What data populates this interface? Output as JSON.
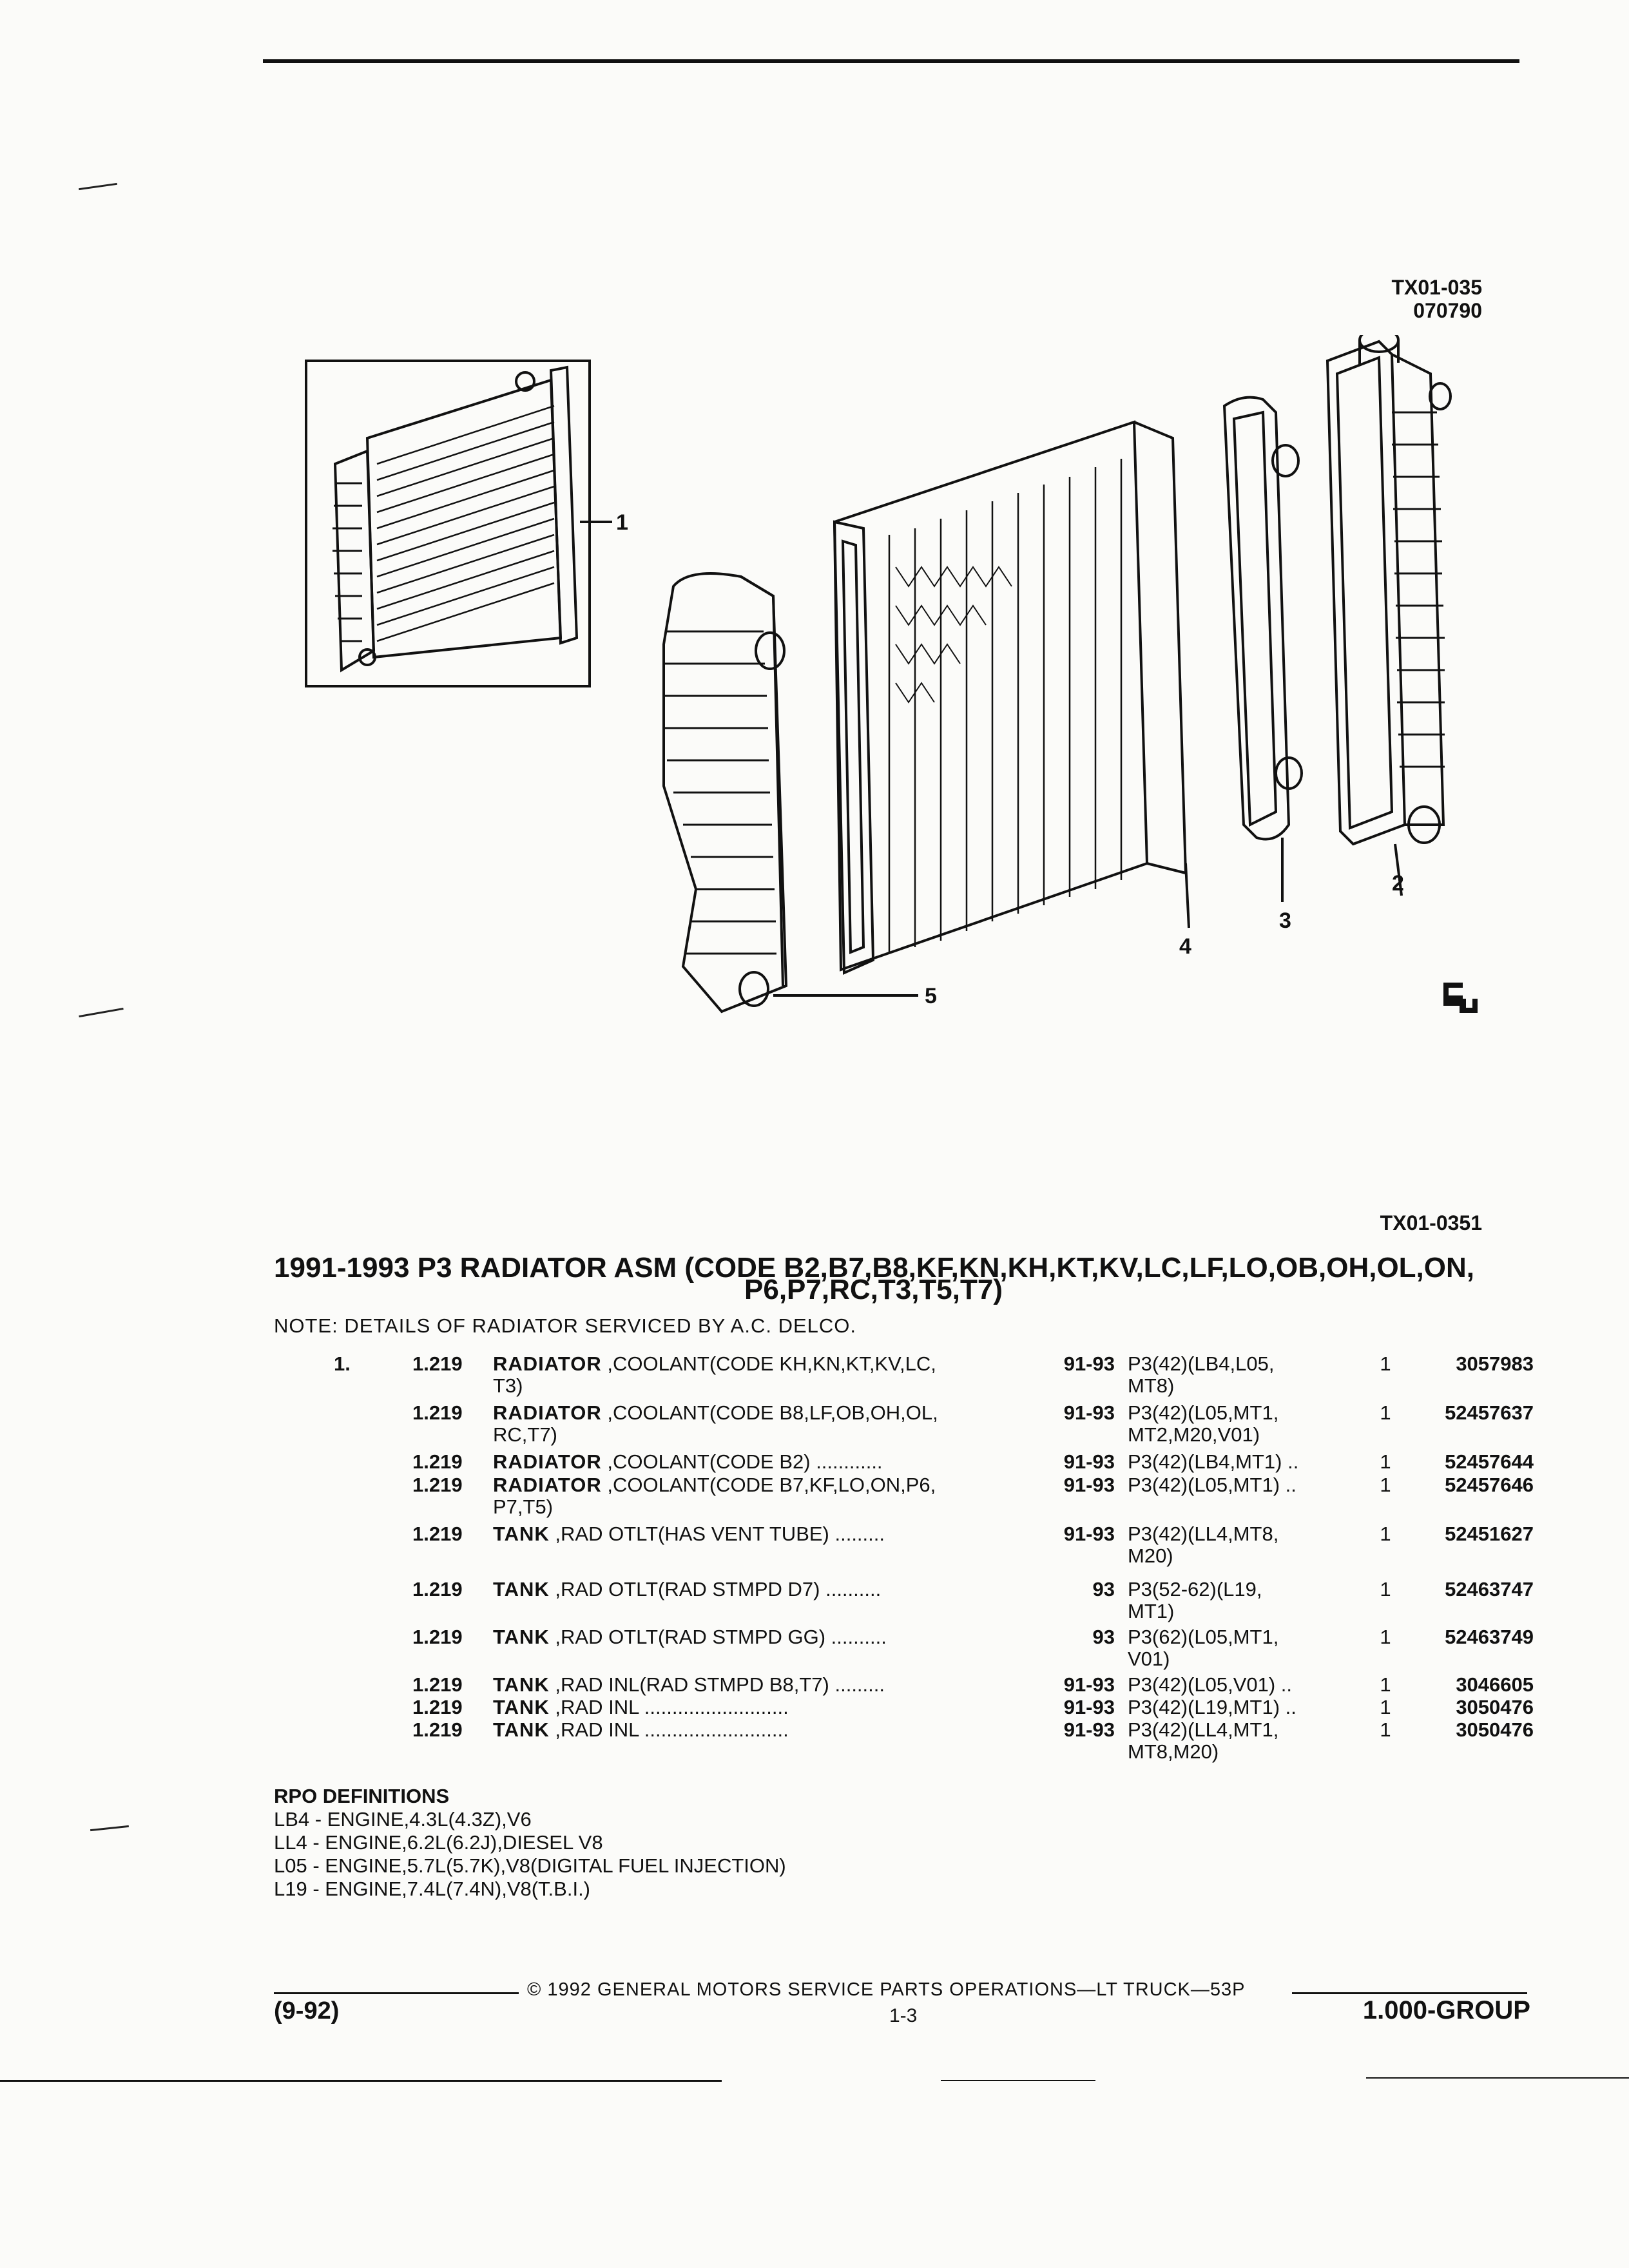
{
  "figure": {
    "code_top_1": "TX01-035",
    "code_top_2": "070790",
    "code_bottom": "TX01-0351",
    "callouts": [
      "1",
      "2",
      "3",
      "4",
      "5"
    ]
  },
  "heading": {
    "title_line1": "1991-1993 P3 RADIATOR ASM (CODE B2,B7,B8,KF,KN,KH,KT,KV,LC,LF,LO,OB,OH,OL,ON,",
    "title_line2": "P6,P7,RC,T3,T5,T7)",
    "note": "NOTE: DETAILS OF RADIATOR SERVICED BY A.C. DELCO."
  },
  "parts": [
    {
      "item": "1.",
      "ref": "1.219",
      "name": "RADIATOR",
      "desc": ",COOLANT(CODE KH,KN,KT,KV,LC,",
      "desc2": "T3)",
      "years": "91-93",
      "usage": "P3(42)(LB4,L05,",
      "usage2": "MT8)",
      "qty": "1",
      "part": "3057983"
    },
    {
      "item": "",
      "ref": "1.219",
      "name": "RADIATOR",
      "desc": ",COOLANT(CODE B8,LF,OB,OH,OL,",
      "desc2": "RC,T7)",
      "years": "91-93",
      "usage": "P3(42)(L05,MT1,",
      "usage2": "MT2,M20,V01)",
      "qty": "1",
      "part": "52457637"
    },
    {
      "item": "",
      "ref": "1.219",
      "name": "RADIATOR",
      "desc": ",COOLANT(CODE B2) ............",
      "desc2": "",
      "years": "91-93",
      "usage": "P3(42)(LB4,MT1) ..",
      "usage2": "",
      "qty": "1",
      "part": "52457644"
    },
    {
      "item": "",
      "ref": "1.219",
      "name": "RADIATOR",
      "desc": ",COOLANT(CODE B7,KF,LO,ON,P6,",
      "desc2": "P7,T5)",
      "years": "91-93",
      "usage": "P3(42)(L05,MT1) ..",
      "usage2": "",
      "qty": "1",
      "part": "52457646"
    },
    {
      "item": "",
      "ref": "1.219",
      "name": "TANK",
      "desc": ",RAD OTLT(HAS VENT TUBE) .........",
      "desc2": "",
      "years": "91-93",
      "usage": "P3(42)(LL4,MT8,",
      "usage2": "M20)",
      "qty": "1",
      "part": "52451627"
    },
    {
      "item": "",
      "ref": "1.219",
      "name": "TANK",
      "desc": ",RAD OTLT(RAD STMPD D7) ..........",
      "desc2": "",
      "years": "93",
      "usage": "P3(52-62)(L19,",
      "usage2": "MT1)",
      "qty": "1",
      "part": "52463747"
    },
    {
      "item": "",
      "ref": "1.219",
      "name": "TANK",
      "desc": ",RAD OTLT(RAD STMPD GG) ..........",
      "desc2": "",
      "years": "93",
      "usage": "P3(62)(L05,MT1,",
      "usage2": "V01)",
      "qty": "1",
      "part": "52463749"
    },
    {
      "item": "",
      "ref": "1.219",
      "name": "TANK",
      "desc": ",RAD INL(RAD STMPD B8,T7) .........",
      "desc2": "",
      "years": "91-93",
      "usage": "P3(42)(L05,V01) ..",
      "usage2": "",
      "qty": "1",
      "part": "3046605"
    },
    {
      "item": "",
      "ref": "1.219",
      "name": "TANK",
      "desc": ",RAD INL ..........................",
      "desc2": "",
      "years": "91-93",
      "usage": "P3(42)(L19,MT1) ..",
      "usage2": "",
      "qty": "1",
      "part": "3050476"
    },
    {
      "item": "",
      "ref": "1.219",
      "name": "TANK",
      "desc": ",RAD INL ..........................",
      "desc2": "",
      "years": "91-93",
      "usage": "P3(42)(LL4,MT1,",
      "usage2": "MT8,M20)",
      "qty": "1",
      "part": "3050476"
    }
  ],
  "rpo": {
    "heading": "RPO DEFINITIONS",
    "items": [
      "LB4 - ENGINE,4.3L(4.3Z),V6",
      "LL4 - ENGINE,6.2L(6.2J),DIESEL V8",
      "L05 - ENGINE,5.7L(5.7K),V8(DIGITAL FUEL INJECTION)",
      "L19 - ENGINE,7.4L(7.4N),V8(T.B.I.)"
    ]
  },
  "footer": {
    "copyright": "© 1992 GENERAL MOTORS SERVICE PARTS OPERATIONS—LT TRUCK—53P",
    "date": "(9-92)",
    "page": "1-3",
    "group": "1.000-GROUP"
  }
}
